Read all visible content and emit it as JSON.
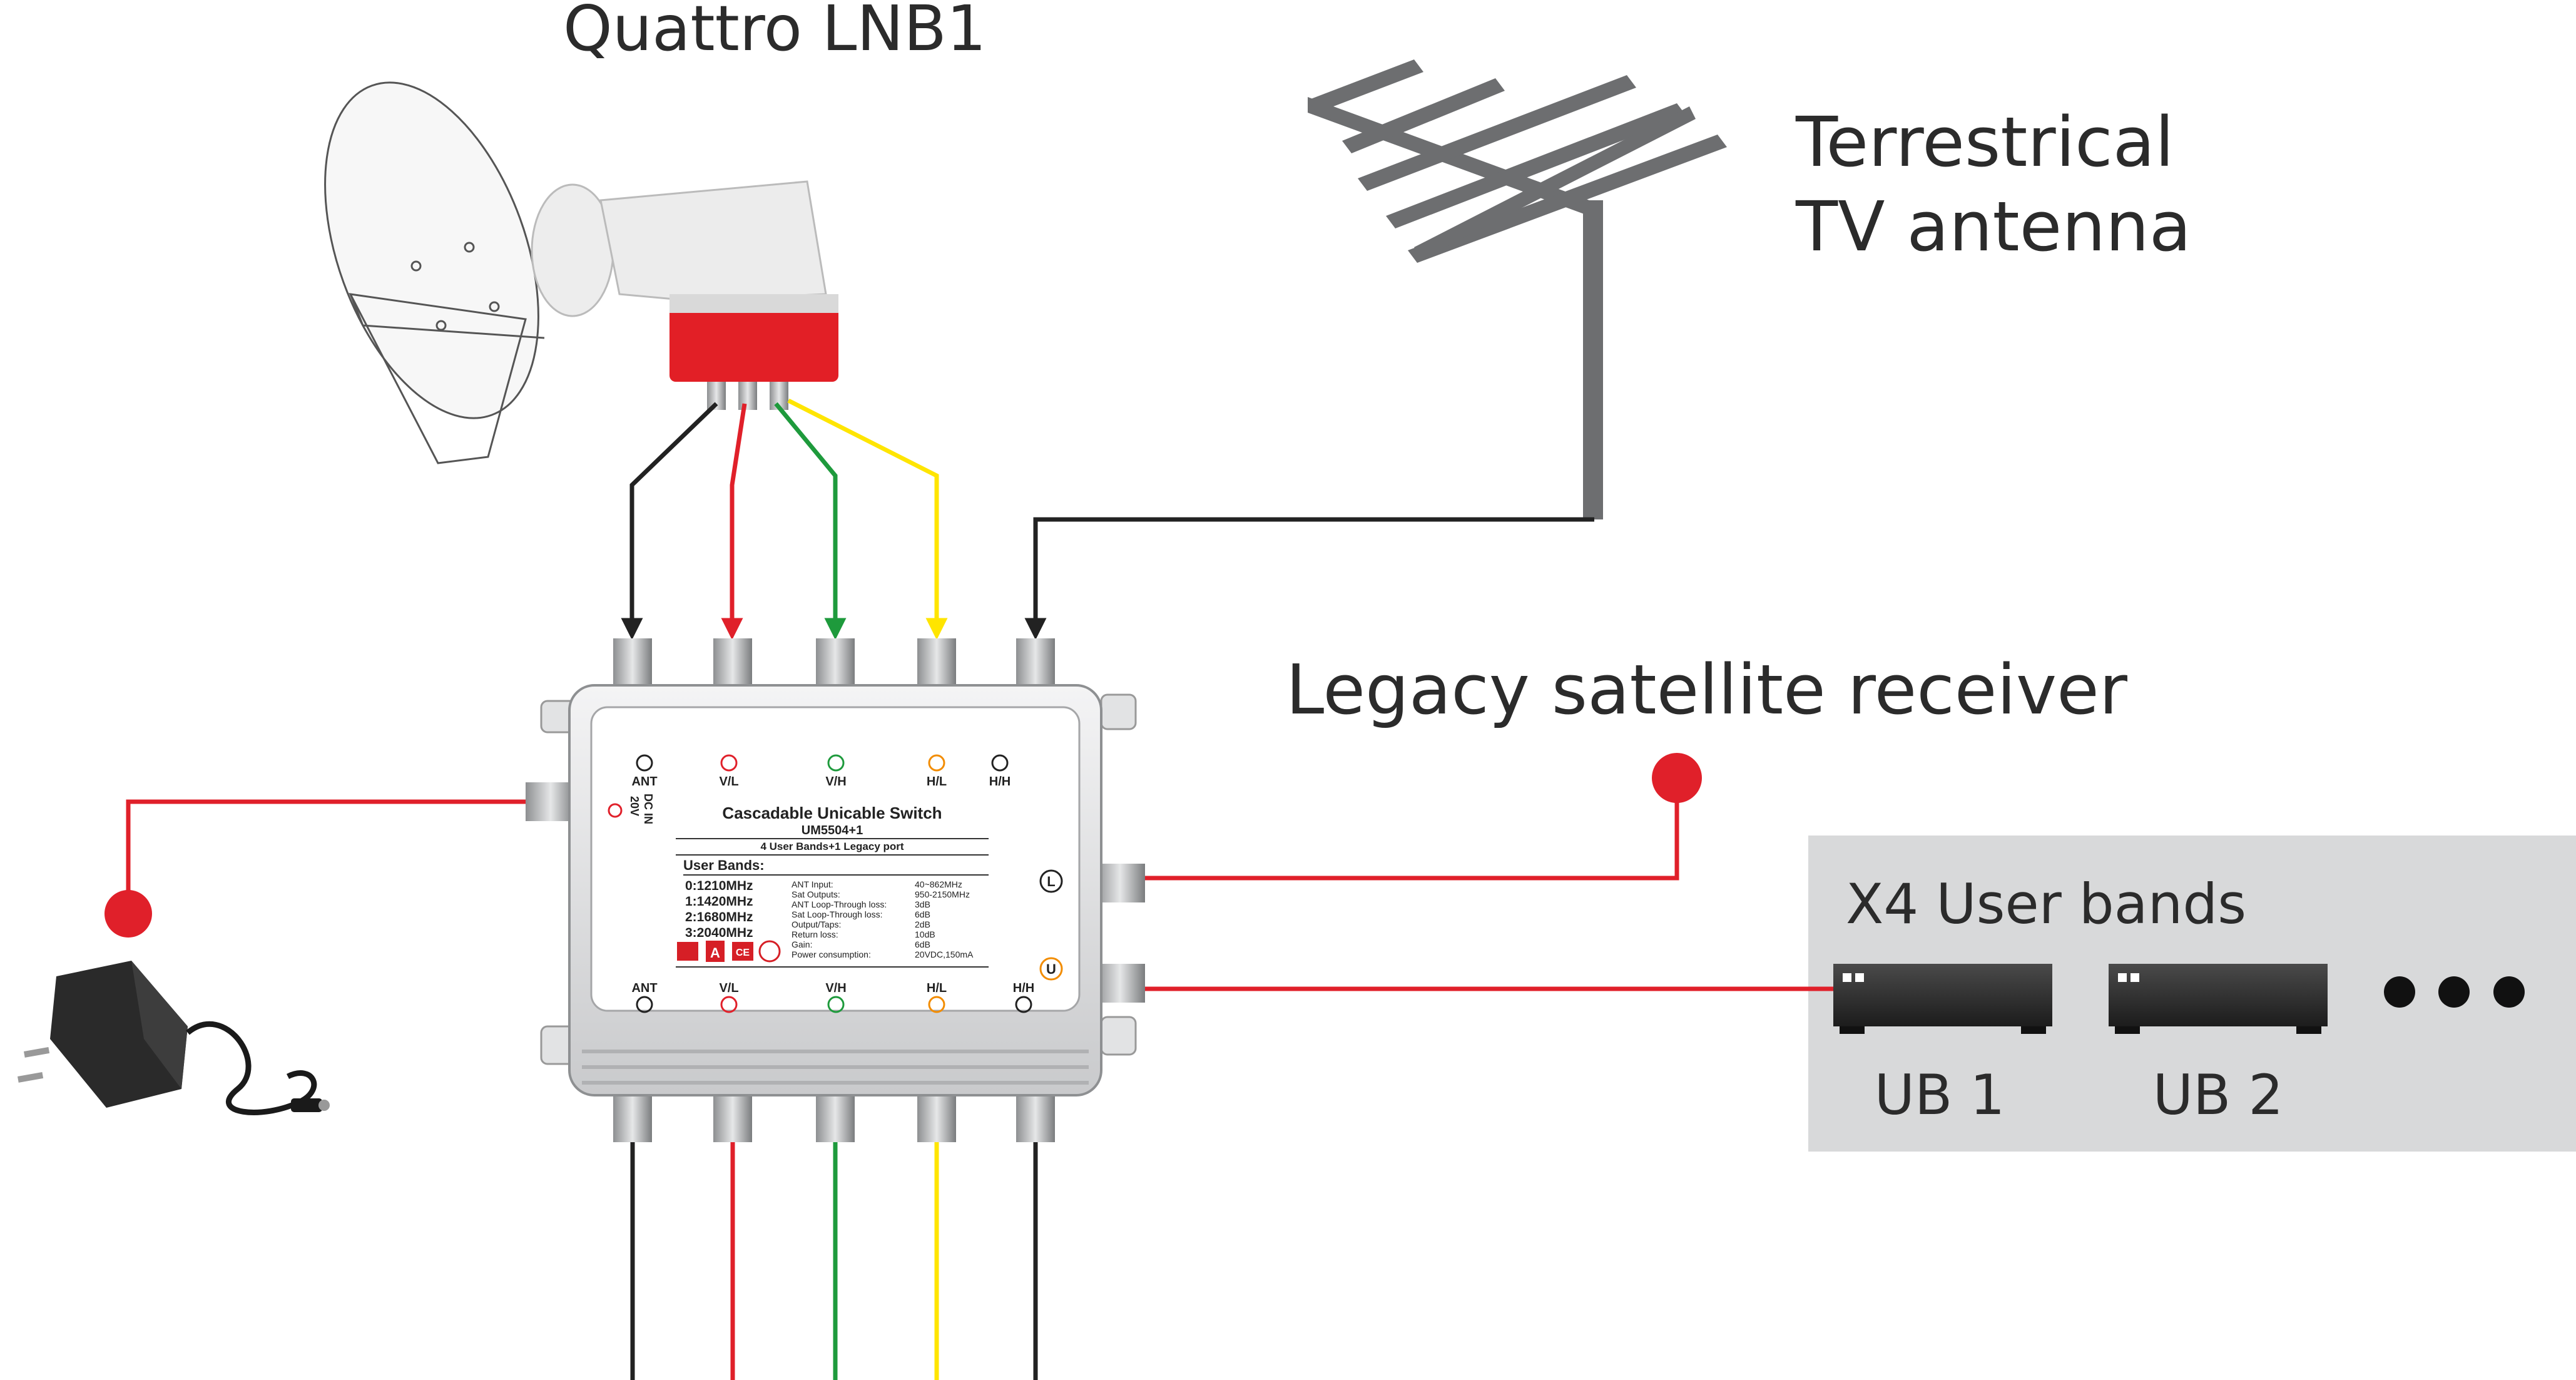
{
  "labels": {
    "lnb": "Quattro LNB1",
    "antenna_line1": "Terrestrical",
    "antenna_line2": "TV antenna",
    "legacy": "Legacy satellite receiver",
    "user_bands": "X4 User bands",
    "ub1": "UB 1",
    "ub2": "UB 2"
  },
  "switch": {
    "top_ports": [
      "ANT",
      "V/L",
      "V/H",
      "H/L",
      "H/H"
    ],
    "bottom_ports": [
      "ANT",
      "V/L",
      "V/H",
      "H/L",
      "H/H"
    ],
    "dc_in": "DC IN",
    "dc_volt": "20V",
    "title": "Cascadable Unicable Switch",
    "model": "UM5504+1",
    "subtitle": "4 User Bands+1 Legacy port",
    "bands_heading": "User Bands:",
    "bands": [
      "0:1210MHz",
      "1:1420MHz",
      "2:1680MHz",
      "3:2040MHz"
    ],
    "specs": [
      {
        "name": "ANT Input:",
        "value": "40~862MHz"
      },
      {
        "name": "Sat Outputs:",
        "value": "950-2150MHz"
      },
      {
        "name": "ANT Loop-Through loss:",
        "value": "3dB"
      },
      {
        "name": "Sat Loop-Through loss:",
        "value": "6dB"
      },
      {
        "name": "Output/Taps:",
        "value": "2dB"
      },
      {
        "name": "Return loss:",
        "value": "10dB"
      },
      {
        "name": "Gain:",
        "value": "6dB"
      },
      {
        "name": "Power consumption:",
        "value": "20VDC,150mA"
      }
    ],
    "side_l": "L",
    "side_u": "U",
    "cert_a": "A",
    "cert_ce": "CE"
  },
  "colors": {
    "black_cable": "#222222",
    "red_cable": "#e0202a",
    "green_cable": "#1e9a3c",
    "yellow_cable": "#ffe500",
    "antenna_gray": "#6d6e70",
    "panel_gray": "#d8d9da"
  }
}
